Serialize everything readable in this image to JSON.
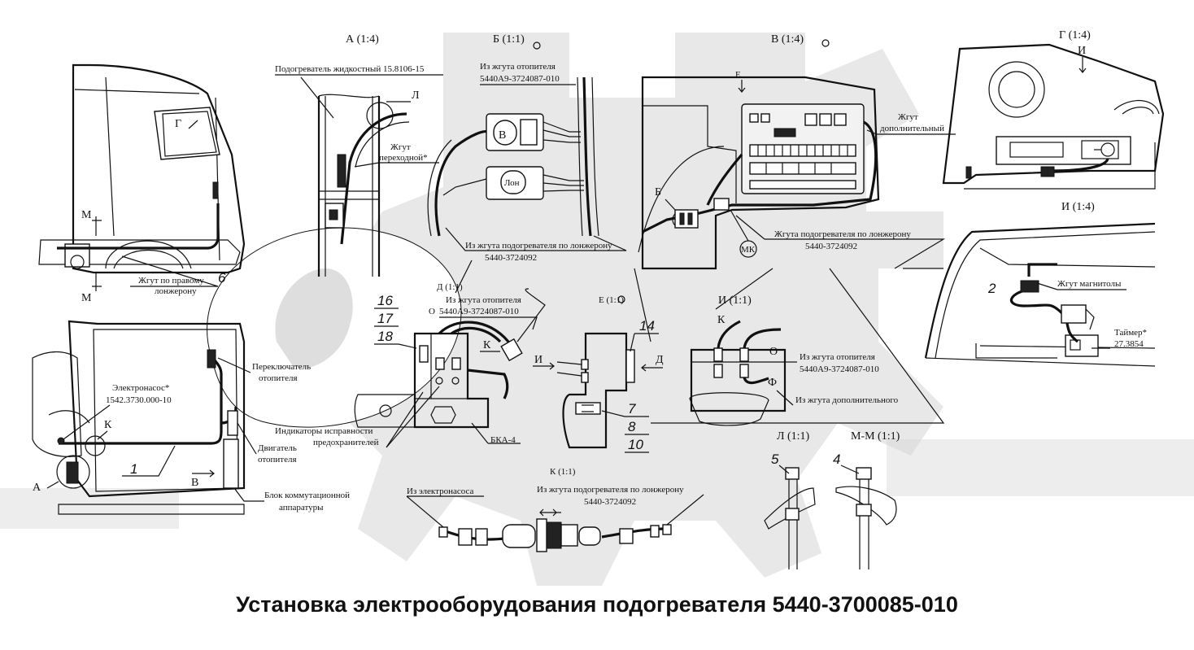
{
  "title": "Установка электрооборудования подогревателя 5440-3700085-010",
  "views": {
    "a": "А (1:4)",
    "b": "Б (1:1)",
    "v": "В (1:4)",
    "g": "Г (1:4)",
    "i14": "И (1:4)",
    "d": "Д (1:1)",
    "e": "Е (1:1)",
    "i11": "И (1:1)",
    "l": "Л (1:1)",
    "mm": "М-М (1:1)",
    "k": "К (1:1)"
  },
  "labels": {
    "heater_liquid": "Подогреватель жидкостный 15.8106-15",
    "harness_adapter_1": "Жгут",
    "harness_adapter_2": "переходной*",
    "from_heater_harness_b1": "Из жгута отопителя",
    "from_heater_harness_b2": "5440А9-3724087-010",
    "harness_additional_1": "Жгут",
    "harness_additional_2": "дополнительный",
    "from_heater_spar_1": "Из жгута подогревателя по лонжерону",
    "from_heater_spar_2": "5440-3724092",
    "heater_harness_spar_v1": "Жгута подогревателя по лонжерону",
    "heater_harness_spar_v2": "5440-3724092",
    "harness_right_spar_1": "Жгут по правому",
    "harness_right_spar_2": "лонжерону",
    "from_heater_harness_d1": "Из жгута отопителя",
    "from_heater_harness_d2": "5440А9-3724087-010",
    "harness_radio": "Жгут магнитолы",
    "timer_1": "Таймер*",
    "timer_2": "27.3854",
    "electropump_1": "Электронасос*",
    "electropump_2": "1542.3730.000-10",
    "switch_1": "Переключатель",
    "switch_2": "отопителя",
    "fuse_ind_1": "Индикаторы исправности",
    "fuse_ind_2": "предохранителей",
    "heater_motor_1": "Двигатель",
    "heater_motor_2": "отопителя",
    "switch_unit_1": "Блок коммутационной",
    "switch_unit_2": "аппаратуры",
    "bka": "БКА-4",
    "from_heater_harness_i1": "Из жгута отопителя",
    "from_heater_harness_i2": "5440А9-3724087-010",
    "from_additional": "Из жгута дополнительного",
    "from_electropump": "Из электронасоса",
    "from_heater_spar_k1": "Из жгута подогревателя по лонжерону",
    "from_heater_spar_k2": "5440-3724092"
  },
  "letters": {
    "L": "Л",
    "G": "Г",
    "M": "М",
    "E": "Е",
    "I": "И",
    "K": "К",
    "A": "А",
    "V": "В",
    "D": "Д",
    "O": "О",
    "F": "Ф",
    "B": "Б",
    "MK": "МК",
    "LON": "Лон"
  },
  "numbers": {
    "n1": "1",
    "n2": "2",
    "n4": "4",
    "n5": "5",
    "n6": "6",
    "n7": "7",
    "n8": "8",
    "n10": "10",
    "n14": "14",
    "n16": "16",
    "n17": "17",
    "n18": "18"
  }
}
